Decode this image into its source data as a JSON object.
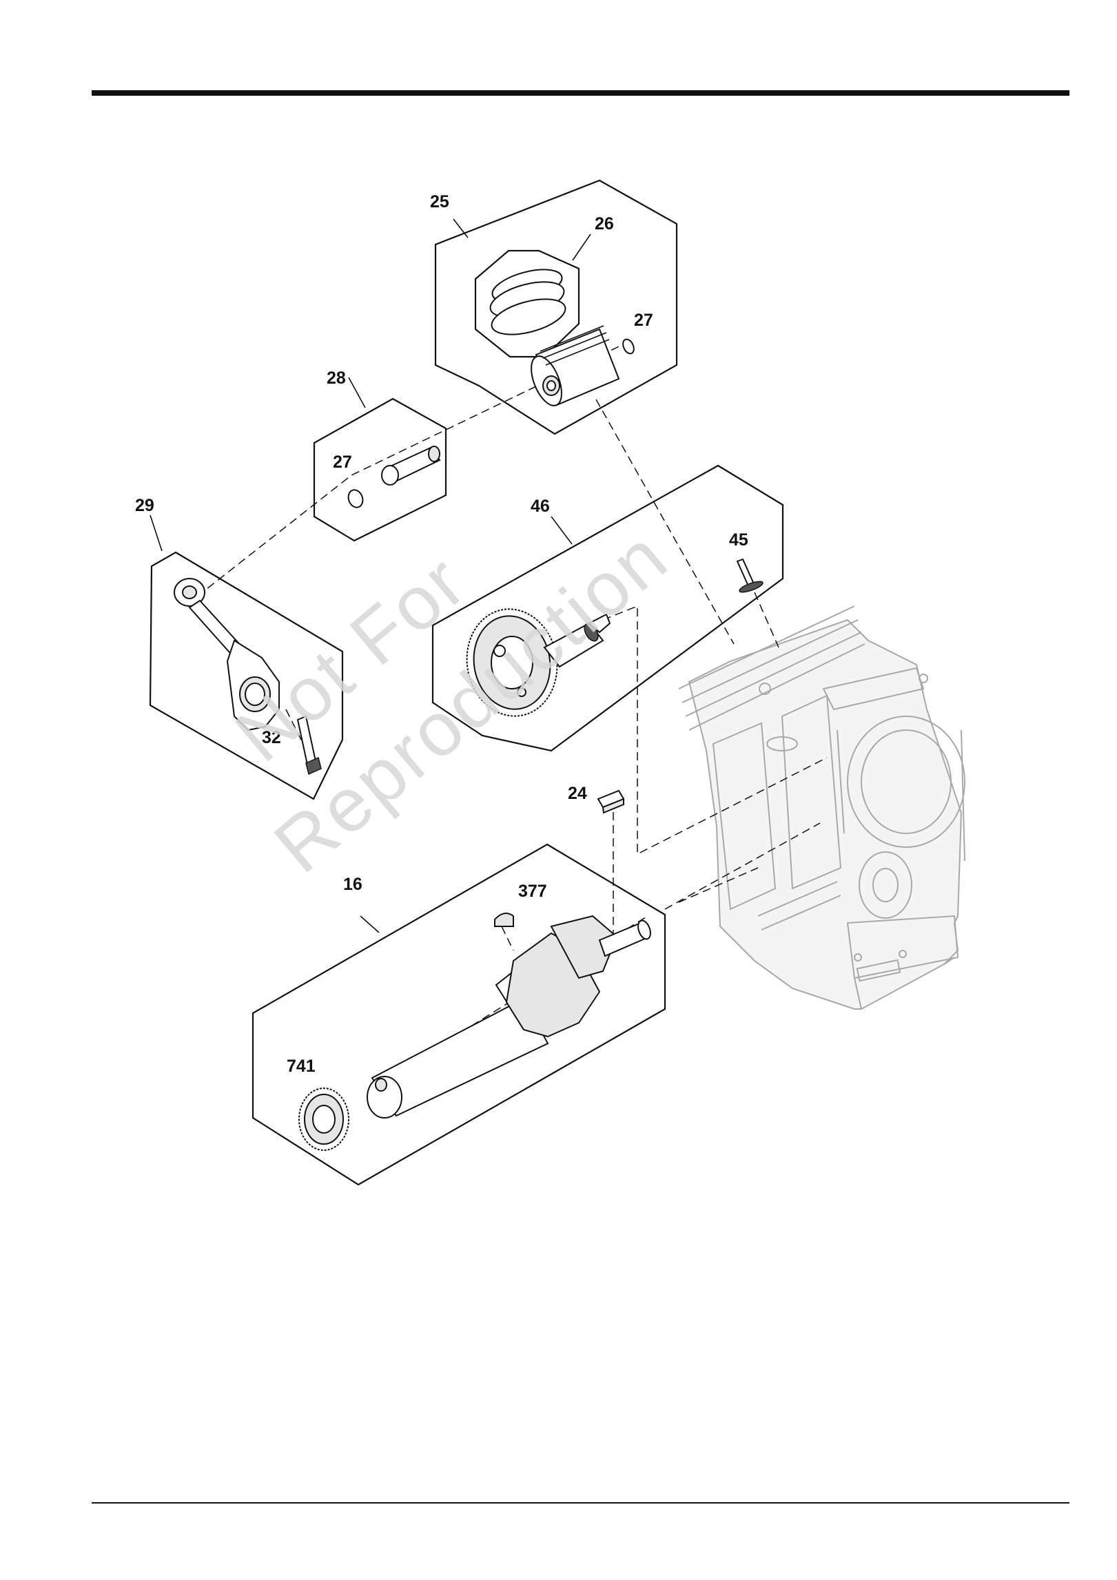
{
  "watermark": {
    "line1": "Not For",
    "line2": "Reproduction"
  },
  "callouts": [
    {
      "id": "c25",
      "text": "25"
    },
    {
      "id": "c26",
      "text": "26"
    },
    {
      "id": "c27a",
      "text": "27"
    },
    {
      "id": "c28",
      "text": "28"
    },
    {
      "id": "c27b",
      "text": "27"
    },
    {
      "id": "c29",
      "text": "29"
    },
    {
      "id": "c46",
      "text": "46"
    },
    {
      "id": "c45",
      "text": "45"
    },
    {
      "id": "c32",
      "text": "32"
    },
    {
      "id": "c24",
      "text": "24"
    },
    {
      "id": "c16",
      "text": "16"
    },
    {
      "id": "c377",
      "text": "377"
    },
    {
      "id": "c741",
      "text": "741"
    }
  ]
}
